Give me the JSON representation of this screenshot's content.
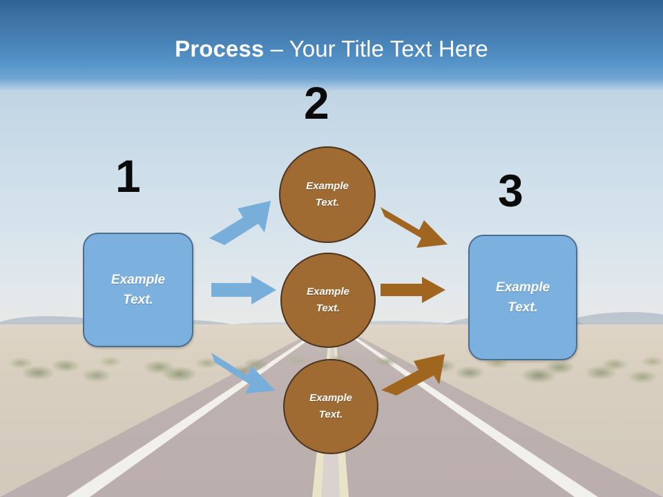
{
  "slide": {
    "title": {
      "bold_part": "Process ",
      "normal_part": "– Your Title Text Here",
      "full": "Process – Your Title Text Here"
    },
    "background": {
      "scene": "desert-highway-photo",
      "sky_top_color": "#2f6396",
      "sky_mid_color": "#5492c7",
      "sky_haze_color": "#c4d7e6",
      "road_color": "#bdb1b0",
      "center_line_color": "#e9e3c8",
      "brush_color": "#98a07e"
    },
    "palette": {
      "blue_fill": "#7cb0df",
      "blue_border": "#4a6f8e",
      "blue_arrow": "#78aeda",
      "brown_fill": "#a06a33",
      "brown_border": "#4b3420",
      "brown_arrow": "#a0651f",
      "number_color": "#0a0a0a",
      "shape_text_color": "#ffffff"
    },
    "steps": [
      {
        "number": "1",
        "name": "step-one"
      },
      {
        "number": "2",
        "name": "step-two"
      },
      {
        "number": "3",
        "name": "step-three"
      }
    ],
    "shapes": {
      "left_box": {
        "line1": "Example",
        "line2": "Text.",
        "type": "rounded-rectangle"
      },
      "right_box": {
        "line1": "Example",
        "line2": "Text.",
        "type": "rounded-rectangle"
      },
      "circle_top": {
        "line1": "Example",
        "line2": "Text.",
        "type": "circle"
      },
      "circle_middle": {
        "line1": "Example",
        "line2": "Text.",
        "type": "circle"
      },
      "circle_bottom": {
        "line1": "Example",
        "line2": "Text.",
        "type": "circle"
      }
    },
    "arrows": [
      {
        "name": "arrow-left-to-top-circle",
        "color": "#78aeda",
        "direction": "up-right"
      },
      {
        "name": "arrow-left-to-middle-circle",
        "color": "#78aeda",
        "direction": "right"
      },
      {
        "name": "arrow-left-to-bottom-circle",
        "color": "#78aeda",
        "direction": "down-right"
      },
      {
        "name": "arrow-top-circle-to-right",
        "color": "#a0651f",
        "direction": "down-right"
      },
      {
        "name": "arrow-middle-circle-to-right",
        "color": "#a0651f",
        "direction": "right"
      },
      {
        "name": "arrow-bottom-circle-to-right",
        "color": "#a0651f",
        "direction": "up-right"
      }
    ]
  }
}
